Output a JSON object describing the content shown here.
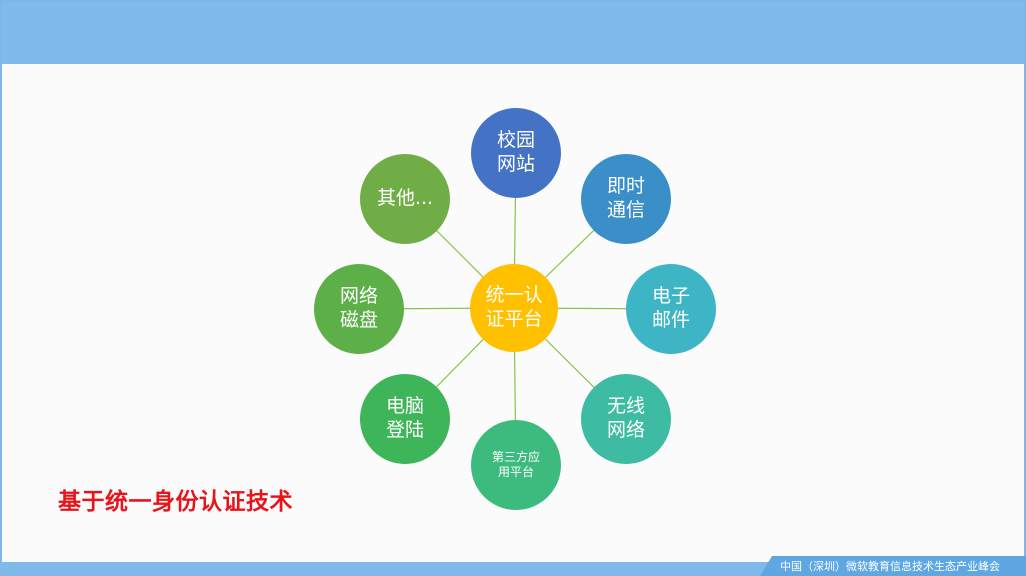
{
  "center": {
    "label": "统一认\n证平台",
    "color": "#ffc000"
  },
  "nodes": [
    {
      "label": "校园\n网站",
      "color": "#4472c4",
      "size": "big"
    },
    {
      "label": "即时\n通信",
      "color": "#3a8fc8",
      "size": "big"
    },
    {
      "label": "电子\n邮件",
      "color": "#3eb5c5",
      "size": "big"
    },
    {
      "label": "无线\n网络",
      "color": "#3dbba3",
      "size": "big"
    },
    {
      "label": "第三方应\n用平台",
      "color": "#3dbb7f",
      "size": "small"
    },
    {
      "label": "电脑\n登陆",
      "color": "#3fb55a",
      "size": "big"
    },
    {
      "label": "网络\n磁盘",
      "color": "#5db048",
      "size": "big"
    },
    {
      "label": "其他...",
      "color": "#70ad47",
      "size": "big"
    }
  ],
  "connector_color": "#8bc34a",
  "title": "基于统一身份认证技术",
  "footer": "中国（深圳）微软教育信息技术生态产业峰会"
}
